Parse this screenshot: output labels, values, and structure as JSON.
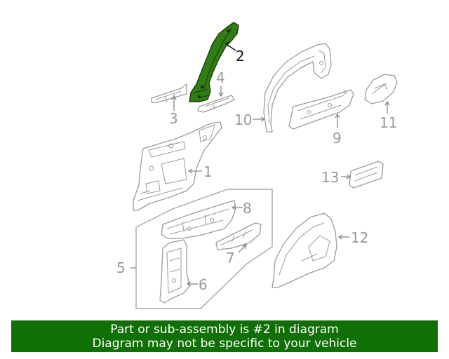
{
  "callouts": {
    "c1": "1",
    "c2": "2",
    "c3": "3",
    "c4": "4",
    "c5": "5",
    "c6": "6",
    "c7": "7",
    "c8": "8",
    "c9": "9",
    "c10": "10",
    "c11": "11",
    "c12": "12",
    "c13": "13"
  },
  "highlight_color": "#2f7d14",
  "banner": {
    "line1": "Part or sub-assembly is #2 in diagram",
    "line2": "Diagram may not be specific to your vehicle",
    "background": "#117005"
  }
}
